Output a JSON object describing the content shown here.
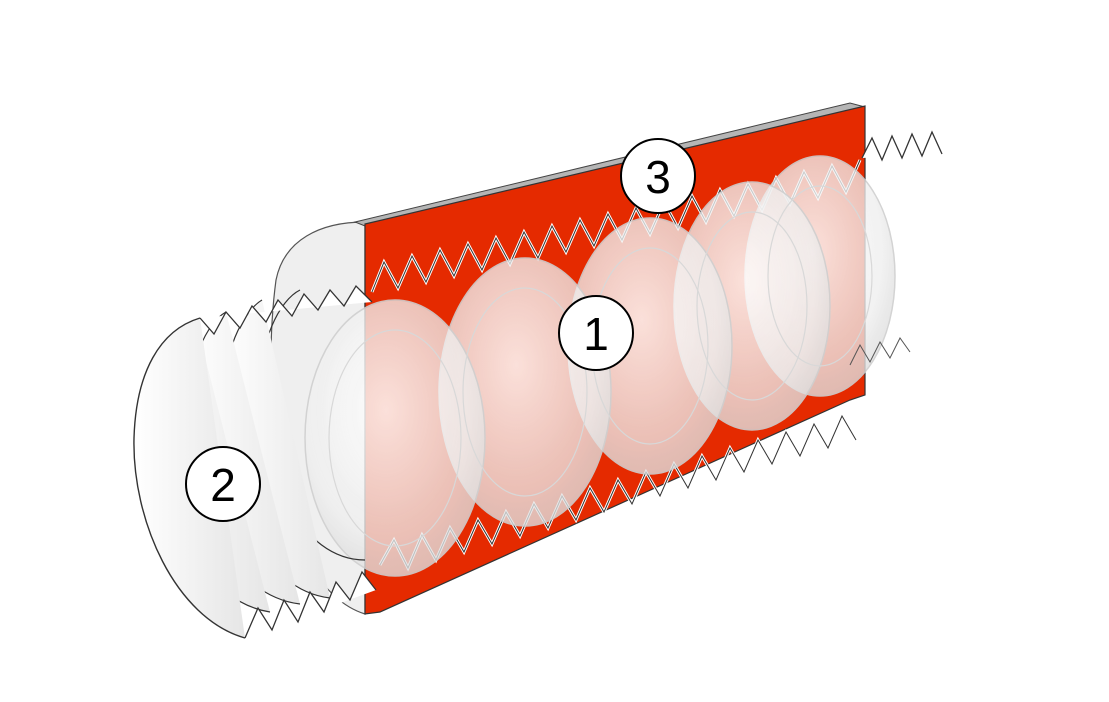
{
  "diagram": {
    "callouts": [
      {
        "id": "1",
        "label": "1"
      },
      {
        "id": "2",
        "label": "2"
      },
      {
        "id": "3",
        "label": "3"
      }
    ],
    "colors": {
      "housing_face": "#e52a00",
      "housing_edge": "#b8b8b8",
      "housing_end": "#efefef",
      "lens": "#f2f2f2",
      "outline": "#222222",
      "background": "#ffffff"
    }
  }
}
